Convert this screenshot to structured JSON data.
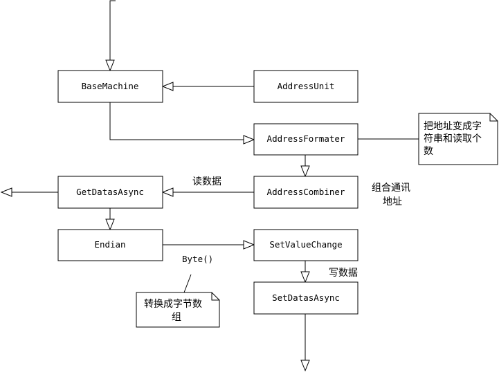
{
  "boxes": {
    "base_machine": "BaseMachine",
    "address_unit": "AddressUnit",
    "address_formater": "AddressFormater",
    "get_datas_async": "GetDatasAsync",
    "address_combiner": "AddressCombiner",
    "endian": "Endian",
    "set_value_change": "SetValueChange",
    "set_datas_async": "SetDatasAsync"
  },
  "labels": {
    "read_data": "读数据",
    "combine_address_line1": "组合通讯",
    "combine_address_line2": "地址",
    "byte_call": "Byte()",
    "write_data": "写数据"
  },
  "notes": {
    "formatter_note": [
      "把地址变成字",
      "符串和读取个",
      "数"
    ],
    "byte_note": [
      "转换成字节数",
      "组"
    ]
  },
  "colors": {
    "stroke": "#000000",
    "fill": "#ffffff",
    "background": "#ffffff"
  }
}
